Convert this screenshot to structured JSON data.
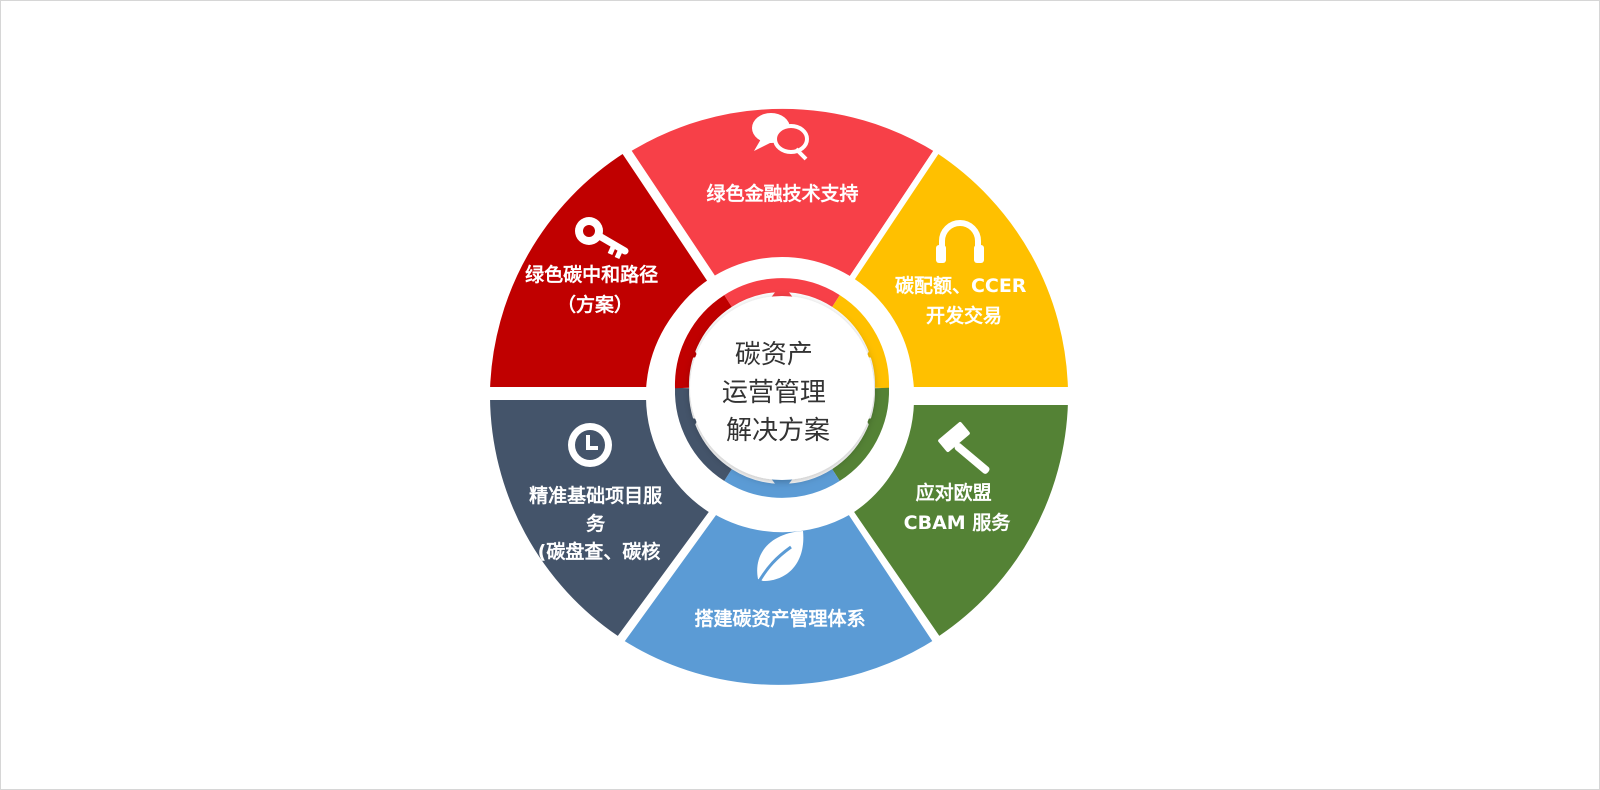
{
  "center": {
    "lines": [
      "碳资产",
      "运营管理",
      "解决方案"
    ]
  },
  "segments": [
    {
      "id": "top",
      "lines": [
        "绿色金融技术支持"
      ],
      "color": "#F74048",
      "icon": "speech-bubbles-icon"
    },
    {
      "id": "upper-right",
      "lines": [
        "碳配额、CCER",
        "开发交易"
      ],
      "color": "#FFC000",
      "icon": "headphones-icon"
    },
    {
      "id": "lower-right",
      "lines": [
        "应对欧盟",
        "CBAM 服务"
      ],
      "color": "#548235",
      "icon": "gavel-icon"
    },
    {
      "id": "bottom",
      "lines": [
        "搭建碳资产管理体系"
      ],
      "color": "#5B9BD5",
      "icon": "leaf-icon"
    },
    {
      "id": "lower-left",
      "lines": [
        "精准基础项目服",
        "务",
        "(碳盘查、碳核"
      ],
      "color": "#44546A",
      "icon": "clock-icon"
    },
    {
      "id": "upper-left",
      "lines": [
        "绿色碳中和路径",
        "（方案）"
      ],
      "color": "#C00000",
      "icon": "key-icon"
    }
  ]
}
